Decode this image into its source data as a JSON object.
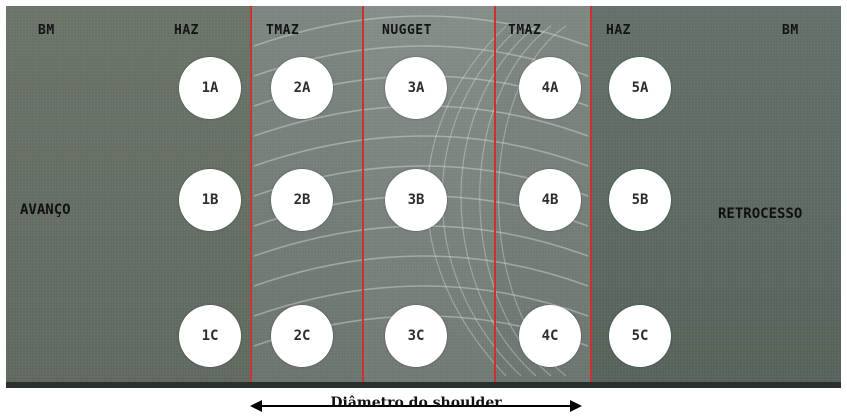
{
  "zones": {
    "bm_left": "BM",
    "haz_left": "HAZ",
    "tmaz_left": "TMAZ",
    "nugget": "NUGGET",
    "tmaz_right": "TMAZ",
    "haz_right": "HAZ",
    "bm_right": "BM"
  },
  "sides": {
    "advancing": "AVANÇO",
    "retreating": "RETROCESSO"
  },
  "points": {
    "row_a": [
      "1A",
      "2A",
      "3A",
      "4A",
      "5A"
    ],
    "row_b": [
      "1B",
      "2B",
      "3B",
      "4B",
      "5B"
    ],
    "row_c": [
      "1C",
      "2C",
      "3C",
      "4C",
      "5C"
    ]
  },
  "caption": "Diâmetro do shoulder",
  "colors": {
    "zone_boundary": "#c9302c",
    "spot_fill": "#ffffff"
  }
}
